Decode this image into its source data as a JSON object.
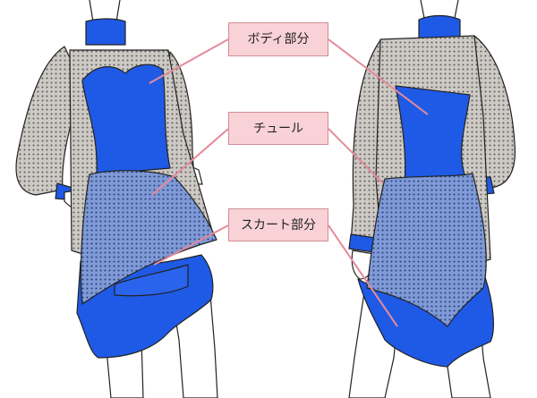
{
  "labels": {
    "body": "ボディ部分",
    "tulle": "チュール",
    "skirt": "スカート部分"
  },
  "colors": {
    "dress_blue": "#1f5ae6",
    "tulle_gray": "#c8c4c0",
    "tulle_dot": "#6a6a6a",
    "label_bg": "#f8d2d6",
    "label_border": "#d28e96",
    "leader_line": "#e58a9a",
    "skin": "#ffffff"
  }
}
